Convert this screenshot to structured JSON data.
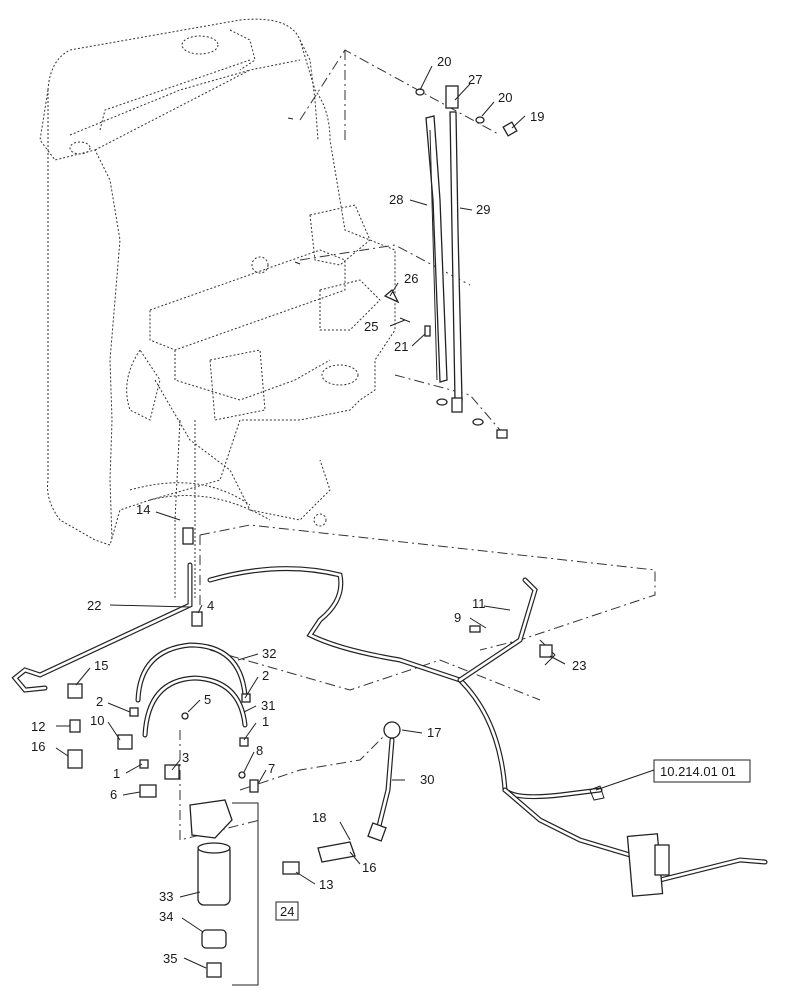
{
  "callouts": {
    "c1a": "1",
    "c1b": "1",
    "c2a": "2",
    "c2b": "2",
    "c3": "3",
    "c4": "4",
    "c5": "5",
    "c6": "6",
    "c7": "7",
    "c8": "8",
    "c9": "9",
    "c10": "10",
    "c11": "11",
    "c12": "12",
    "c13": "13",
    "c14": "14",
    "c15": "15",
    "c16a": "16",
    "c16b": "16",
    "c17": "17",
    "c18": "18",
    "c19": "19",
    "c20a": "20",
    "c20b": "20",
    "c21": "21",
    "c22": "22",
    "c23": "23",
    "c24": "24",
    "c25": "25",
    "c26": "26",
    "c27": "27",
    "c28": "28",
    "c29": "29",
    "c30": "30",
    "c31": "31",
    "c32": "32",
    "c33": "33",
    "c34": "34",
    "c35": "35"
  },
  "reference": "10.214.01 01"
}
